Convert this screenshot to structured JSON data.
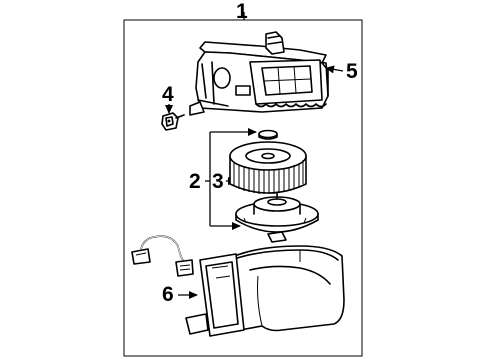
{
  "diagram": {
    "callouts": {
      "assembly": "1",
      "motor_group": "2",
      "fan": "3",
      "resistor": "4",
      "upper_case": "5",
      "lower_case": "6"
    }
  },
  "colors": {
    "line": "#000000",
    "background": "#ffffff"
  }
}
